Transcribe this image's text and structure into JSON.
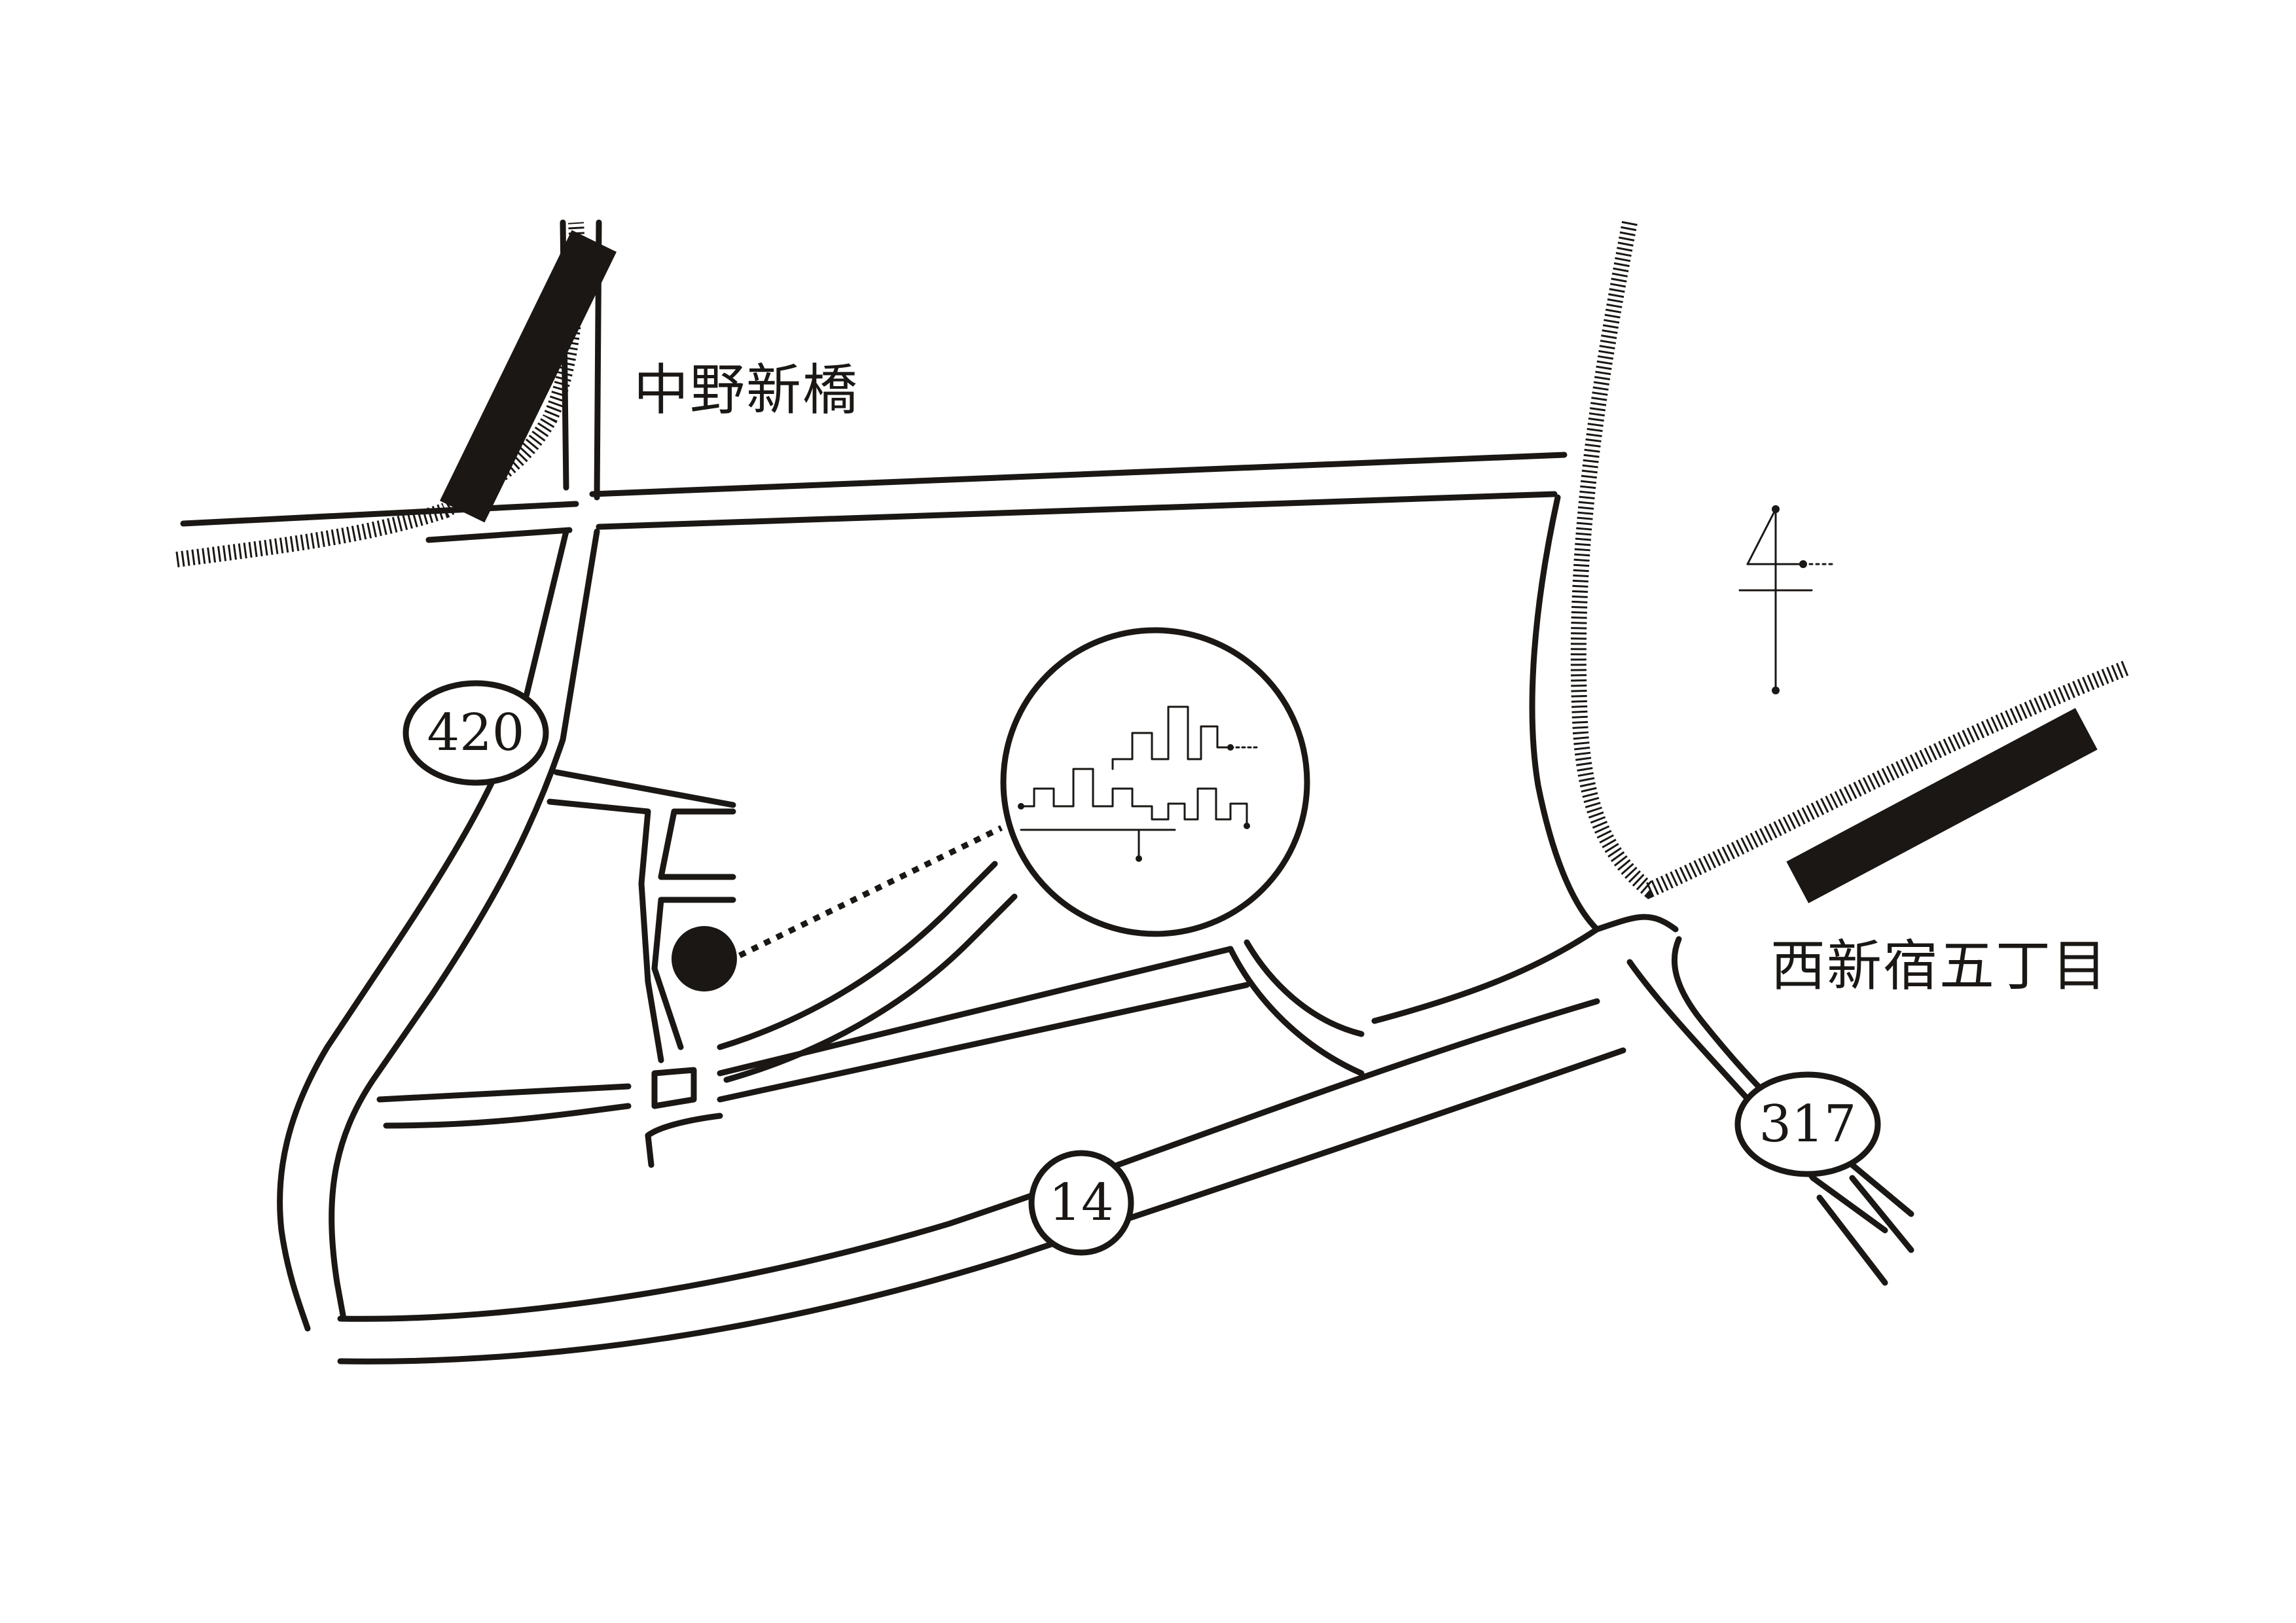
{
  "map": {
    "labels": {
      "station_north": "中野新橋",
      "station_east": "西新宿五丁目"
    },
    "routes": {
      "route_420": "420",
      "route_317": "317",
      "route_14": "14"
    },
    "colors": {
      "ink": "#1a1714",
      "background": "#ffffff"
    },
    "icons": [
      "north-arrow-icon",
      "shop-logo-icon",
      "destination-marker-icon",
      "station-icon"
    ]
  }
}
